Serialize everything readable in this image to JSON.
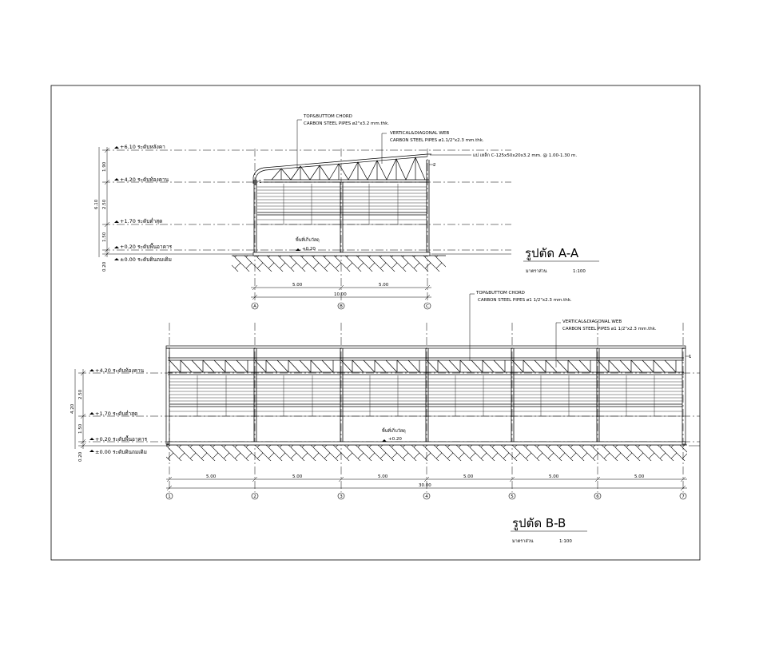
{
  "section_aa": {
    "title": "รูปตัด A-A",
    "scale_label": "มาตราส่วน",
    "scale_value": "1:100",
    "level_labels": [
      "+6.10 ระดับหลังคา",
      "+4.20 ระดับท้องคาน",
      "+1.70 ระดับต่ำสุด",
      "+0.20 ระดับพื้นอาคาร",
      "±0.00 ระดับดินถมเดิม"
    ],
    "dims_vertical": [
      "1.90",
      "2.50",
      "1.50",
      "0.20"
    ],
    "dim_total": "6.10",
    "top_chord_note": [
      "TOP&BUTTOM CHORD",
      "CARBON STEEL PIPES ø2\"x3.2 mm.thk."
    ],
    "web_note": [
      "VERTICAL&DIAGONAL WEB",
      "CARBON STEEL PIPES ø1.1/2\"x2.3 mm.thk."
    ],
    "purlin_note": "แป เหล็ก C-125x50x20x3.2 mm. @ 1.00-1.30 m.",
    "floor_note": "พื้นที่เก็บวัสดุ",
    "floor_level": "+0.20",
    "bay_dims": [
      "5.00",
      "5.00"
    ],
    "overall_dim": "10.00",
    "grid_labels": [
      "A",
      "B",
      "C"
    ]
  },
  "section_bb": {
    "title": "รูปตัด B-B",
    "scale_label": "มาตราส่วน",
    "scale_value": "1:100",
    "level_labels": [
      "+4.20 ระดับท้องคาน",
      "+1.70 ระดับต่ำสุด",
      "+0.20 ระดับพื้นอาคาร",
      "±0.00 ระดับดินถมเดิม"
    ],
    "dims_vertical": [
      "2.50",
      "1.50",
      "0.20"
    ],
    "dim_total": "4.20",
    "top_chord_note": [
      "TOP&BUTTOM CHORD",
      "CARBON STEEL PIPES ø1 1/2\"x2.3 mm.thk."
    ],
    "web_note": [
      "VERTICAL&DIAGONAL WEB",
      "CARBON STEEL PIPES ø1 1/2\"x2.3 mm.thk."
    ],
    "floor_note": "พื้นที่เก็บวัสดุ",
    "floor_level": "+0.20",
    "bay_dims": [
      "5.00",
      "5.00",
      "5.00",
      "5.00",
      "5.00",
      "5.00"
    ],
    "overall_dim": "30.00",
    "grid_labels": [
      "1",
      "2",
      "3",
      "4",
      "5",
      "6",
      "7"
    ]
  }
}
